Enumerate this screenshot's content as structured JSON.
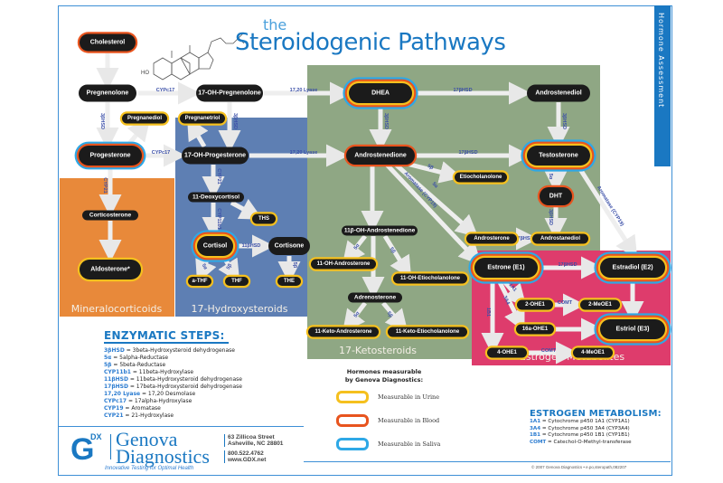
{
  "header": {
    "title_prefix": "the",
    "title": "Steroidogenic Pathways",
    "side_tab": "Hormone Assessment"
  },
  "colors": {
    "title_blue": "#1a78c2",
    "urine_border": "#f5c01e",
    "blood_border": "#e8541e",
    "saliva_border": "#2ea8e6",
    "node_fill": "#1b1b1b",
    "mineralocorticoids_bg": "#e8893a",
    "hydroxysteroids_bg": "#5e7fb3",
    "ketosteroids_bg": "#8fa784",
    "estrogen_bg": "#de3c6c"
  },
  "regions": {
    "mineralocorticoids": "Mineralocorticoids",
    "hydroxysteroids": "17-Hydroxysteroids",
    "ketosteroids": "17-Ketosteroids",
    "estrogen_metabolites": "Estrogen Metabolites"
  },
  "nodes": {
    "cholesterol": "Cholesterol",
    "pregnenolone": "Pregnenolone",
    "oh_pregnenolone": "17-OH-Pregnenolone",
    "dhea": "DHEA",
    "androstenediol": "Androstenediol",
    "pregnanediol": "Pregnanediol",
    "pregnanetriol": "Pregnanetriol",
    "progesterone": "Progesterone",
    "oh_progesterone": "17-OH-Progesterone",
    "androstenedione": "Androstenedione",
    "testosterone": "Testosterone",
    "etiocholanolone": "Etiocholanolone",
    "dht": "DHT",
    "corticosterone": "Corticosterone",
    "deoxycortisol": "11-Deoxycortisol",
    "ths": "THS",
    "cortisol": "Cortisol",
    "cortisone": "Cortisone",
    "aldosterone": "Aldosterone*",
    "a_thf": "a-THF",
    "thf": "THF",
    "the": "THE",
    "oh_androstenedione": "11β-OH-Androstenedione",
    "androsterone": "Androsterone",
    "androstanediol": "Androstanediol",
    "oh_androsterone": "11-OH-Androsterone",
    "oh_etiocholanolone": "11-OH-Etiocholanolone",
    "adrenosterone": "Adrenosterone",
    "keto_androsterone": "11-Keto-Androsterone",
    "keto_etiocholanolone": "11-Keto-Etiocholanolone",
    "estrone": "Estrone (E1)",
    "estradiol": "Estradiol (E2)",
    "ohe1_2": "2-OHE1",
    "meoe1_2": "2-MeOE1",
    "ohe1_16a": "16a-OHE1",
    "estriol": "Estriol (E3)",
    "ohe1_4": "4-OHE1",
    "meoe1_4": "4-MeOE1"
  },
  "enzymes": {
    "cypc17": "CYPc17",
    "lyase": "17,20 Lyase",
    "hsd3b": "3βHSD",
    "hsd17b": "17βHSD",
    "hsd11b": "11βHSD",
    "cyp21": "CYP21",
    "cyp11b1": "CYP11b1",
    "r5a": "5α",
    "r5b": "5β",
    "aromatase": "Aromatase (CYP19)",
    "comt": "COMT",
    "a1a1": "1A1",
    "a3a4": "3A4",
    "b1b1": "1B1"
  },
  "structure_label": "HO",
  "enzymatic_steps": {
    "title": "ENZYMATIC STEPS:",
    "items": [
      {
        "abbr": "3βHSD",
        "desc": " = 3beta-Hydroxysteroid dehydrogenase"
      },
      {
        "abbr": "5α",
        "desc": " = 5alpha-Reductase"
      },
      {
        "abbr": "5β",
        "desc": " = 5beta-Reductase"
      },
      {
        "abbr": "CYP11b1",
        "desc": " = 11beta-Hydroxylase"
      },
      {
        "abbr": "11βHSD",
        "desc": " = 11beta-Hydroxysteroid dehydrogenase"
      },
      {
        "abbr": "17βHSD",
        "desc": " = 17beta-Hydroxysteroid dehydrogenase"
      },
      {
        "abbr": "17,20 Lyase",
        "desc": " = 17,20 Desmolase"
      },
      {
        "abbr": "CYPc17",
        "desc": " = 17alpha-Hydroxylase"
      },
      {
        "abbr": "CYP19",
        "desc": " = Aromatase"
      },
      {
        "abbr": "CYP21",
        "desc": " = 21-Hydroxylase"
      }
    ]
  },
  "legend": {
    "title_line1": "Hormones measurable",
    "title_line2": "by Genova Diagnostics:",
    "items": [
      {
        "label": "Measurable in Urine",
        "color": "#f5c01e"
      },
      {
        "label": "Measurable in Blood",
        "color": "#e8541e"
      },
      {
        "label": "Measurable in Saliva",
        "color": "#2ea8e6"
      }
    ]
  },
  "estrogen_metabolism": {
    "title": "ESTROGEN METABOLISM:",
    "items": [
      {
        "abbr": "1A1",
        "desc": " = Cytochrome p450 1A1 (CYP1A1)"
      },
      {
        "abbr": "3A4",
        "desc": " = Cytochrome p450 3A4 (CYP3A4)"
      },
      {
        "abbr": "1B1",
        "desc": " = Cytochrome p450 1B1 (CYP1B1)"
      },
      {
        "abbr": "COMT",
        "desc": " = Catechol-O-Methyl-transferase"
      }
    ]
  },
  "company": {
    "logo_letter": "G",
    "logo_super": "DX",
    "name_line1": "Genova",
    "name_line2": "Diagnostics",
    "tagline": "Innovative Testing for Optimal Health",
    "address_line1": "63 Zillicoa Street",
    "address_line2": "Asheville, NC 28801",
    "phone": "800.522.4762",
    "website": "www.GDX.net"
  },
  "copyright": "© 2007 Genova Diagnostics • e.po,steropath,082207"
}
